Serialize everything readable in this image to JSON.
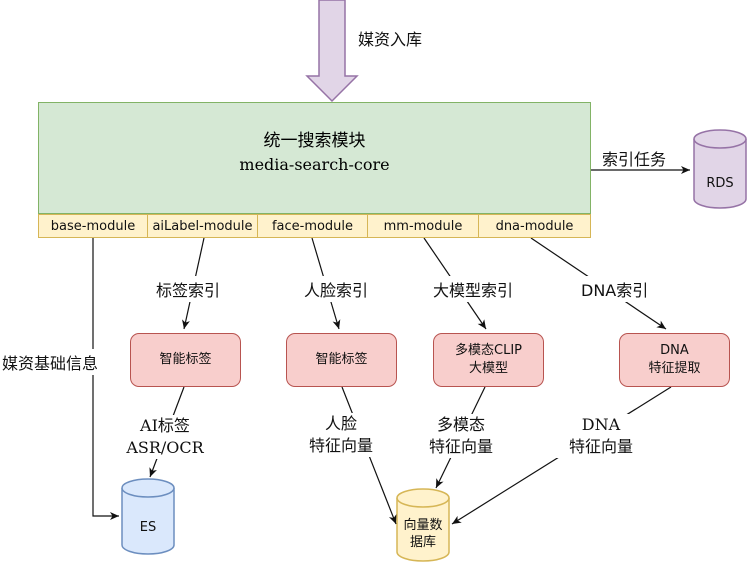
{
  "ingest_label": "媒资入库",
  "core": {
    "title": "统一搜索模块",
    "subtitle": "media-search-core"
  },
  "modules": [
    {
      "label": "base-module"
    },
    {
      "label": "aiLabel-module"
    },
    {
      "label": "face-module"
    },
    {
      "label": "mm-module"
    },
    {
      "label": "dna-module"
    }
  ],
  "index_task_label": "索引任务",
  "rds_label": "RDS",
  "edge_labels": {
    "media_base_info": "媒资基础信息",
    "tag_index": "标签索引",
    "face_index": "人脸索引",
    "llm_index": "大模型索引",
    "dna_index": "DNA索引"
  },
  "processors": {
    "smart_tag_1": "智能标签",
    "smart_tag_2": "智能标签",
    "clip_line1": "多模态CLIP",
    "clip_line2": "大模型",
    "dna_line1": "DNA",
    "dna_line2": "特征提取"
  },
  "outputs": {
    "ai_tag_line1": "AI标签",
    "ai_tag_line2": "ASR/OCR",
    "face_line1": "人脸",
    "face_line2": "特征向量",
    "mm_line1": "多模态",
    "mm_line2": "特征向量",
    "dna_line1": "DNA",
    "dna_line2": "特征向量"
  },
  "es_label": "ES",
  "vector_db_line1": "向量数",
  "vector_db_line2": "据库",
  "colors": {
    "core_fill": "#d5e8d4",
    "core_stroke": "#82b366",
    "module_fill": "#fff2cc",
    "module_stroke": "#d6b656",
    "proc_fill": "#f8cecc",
    "proc_stroke": "#b85450",
    "rds_fill": "#e1d5e7",
    "rds_stroke": "#9673a6",
    "es_fill": "#dae8fc",
    "es_stroke": "#6c8ebf",
    "vdb_fill": "#fff2cc",
    "vdb_stroke": "#d6b656",
    "ingest_arrow_fill": "#e1d5e7",
    "ingest_arrow_stroke": "#9673a6"
  }
}
